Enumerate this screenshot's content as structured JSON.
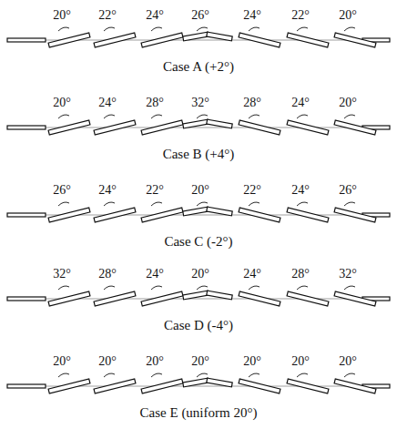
{
  "diagram": {
    "labels": [
      "20°",
      "22°",
      "24°",
      "26°",
      "24°",
      "22°",
      "20°",
      "Case A (+2°)",
      "20°",
      "24°",
      "28°",
      "32°",
      "28°",
      "24°",
      "20°",
      "Case B (+4°)",
      "26°",
      "24°",
      "22°",
      "20°",
      "22°",
      "24°",
      "26°",
      "Case C (-2°)",
      "32°",
      "28°",
      "24°",
      "20°",
      "24°",
      "28°",
      "32°",
      "Case D (-4°)",
      "20°",
      "20°",
      "20°",
      "20°",
      "20°",
      "20°",
      "20°",
      "Case E (uniform 20°)"
    ]
  }
}
